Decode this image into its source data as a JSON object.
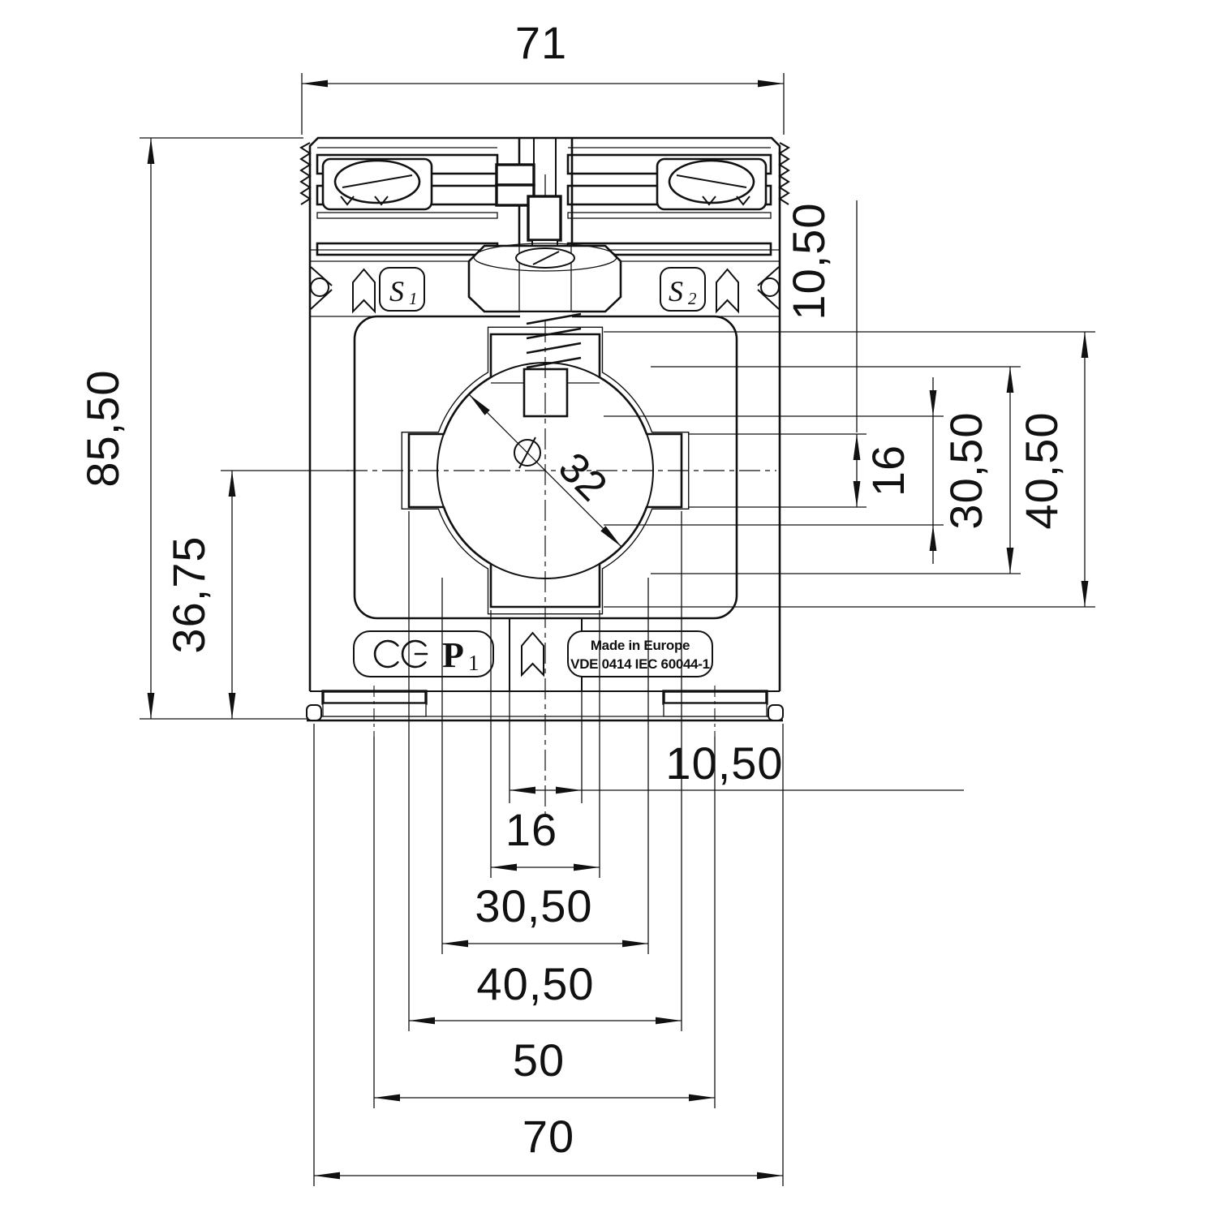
{
  "dims": {
    "width_top": "71",
    "height_overall": "85,50",
    "height_center": "36,75",
    "right_notch_height": "10,50",
    "right_slot_width": "16",
    "right_window_mid": "30,50",
    "right_window_outer": "40,50",
    "bottom_channel_width": "10,50",
    "bottom_slot_width": "16",
    "bottom_window_mid": "30,50",
    "bottom_window_outer": "40,50",
    "bottom_foot_spacing": "50",
    "bottom_base_width": "70",
    "bore_diameter": "32"
  },
  "device": {
    "terminal_s1": "S",
    "terminal_s1_sub": "1",
    "terminal_s2": "S",
    "terminal_s2_sub": "2",
    "ce_mark": "CE",
    "primary_p": "P",
    "primary_p_sub": "1",
    "made_in": "Made in Europe",
    "standard": "VDE 0414 IEC 60044-1"
  }
}
